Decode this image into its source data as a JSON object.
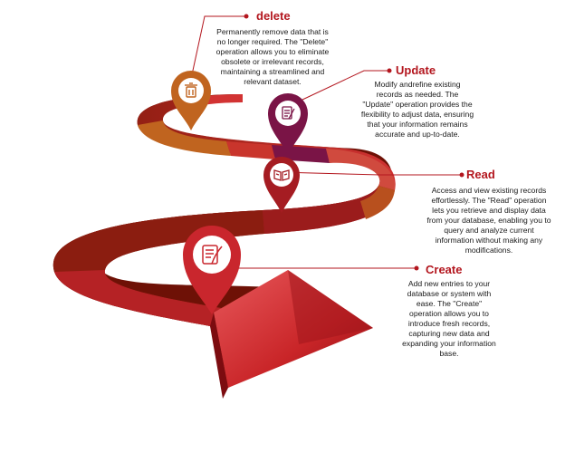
{
  "steps": {
    "delete": {
      "title": "delete",
      "lines": [
        "Permanently remove data that is",
        "no longer required. The \"Delete\"",
        "operation allows you to eliminate",
        "obsolete or irrelevant records,",
        "maintaining a streamlined and",
        "relevant dataset."
      ],
      "icon": "trash-icon",
      "color": "#c0641f"
    },
    "update": {
      "title": "Update",
      "lines": [
        "Modify andrefine existing",
        "records as needed. The",
        "\"Update\" operation provides the",
        "flexibility to adjust data, ensuring",
        "that your information remains",
        "accurate and up-to-date."
      ],
      "icon": "edit-document-icon",
      "color": "#7a1446"
    },
    "read": {
      "title": "Read",
      "lines": [
        "Access and view existing records",
        "effortlessly. The \"Read\" operation",
        "lets you retrieve and display data",
        "from your database, enabling you to",
        "query and analyze current",
        "information without making any",
        "modifications."
      ],
      "icon": "open-book-icon",
      "color": "#a51c22"
    },
    "create": {
      "title": "Create",
      "lines": [
        "Add new entries to your",
        "database or system with",
        "ease. The \"Create\"",
        "operation allows you to",
        "introduce fresh records,",
        "capturing new data and",
        "expanding your information",
        "base."
      ],
      "icon": "scroll-quill-icon",
      "color": "#c9262d"
    }
  },
  "colors": {
    "road_dark": "#8a1c0e",
    "road_mid": "#a8221c",
    "road_bright": "#cc2b2b",
    "road_orange": "#b9561f",
    "road_side": "#7a1208",
    "leader_line": "#b3161e",
    "title_red": "#b3161e"
  }
}
